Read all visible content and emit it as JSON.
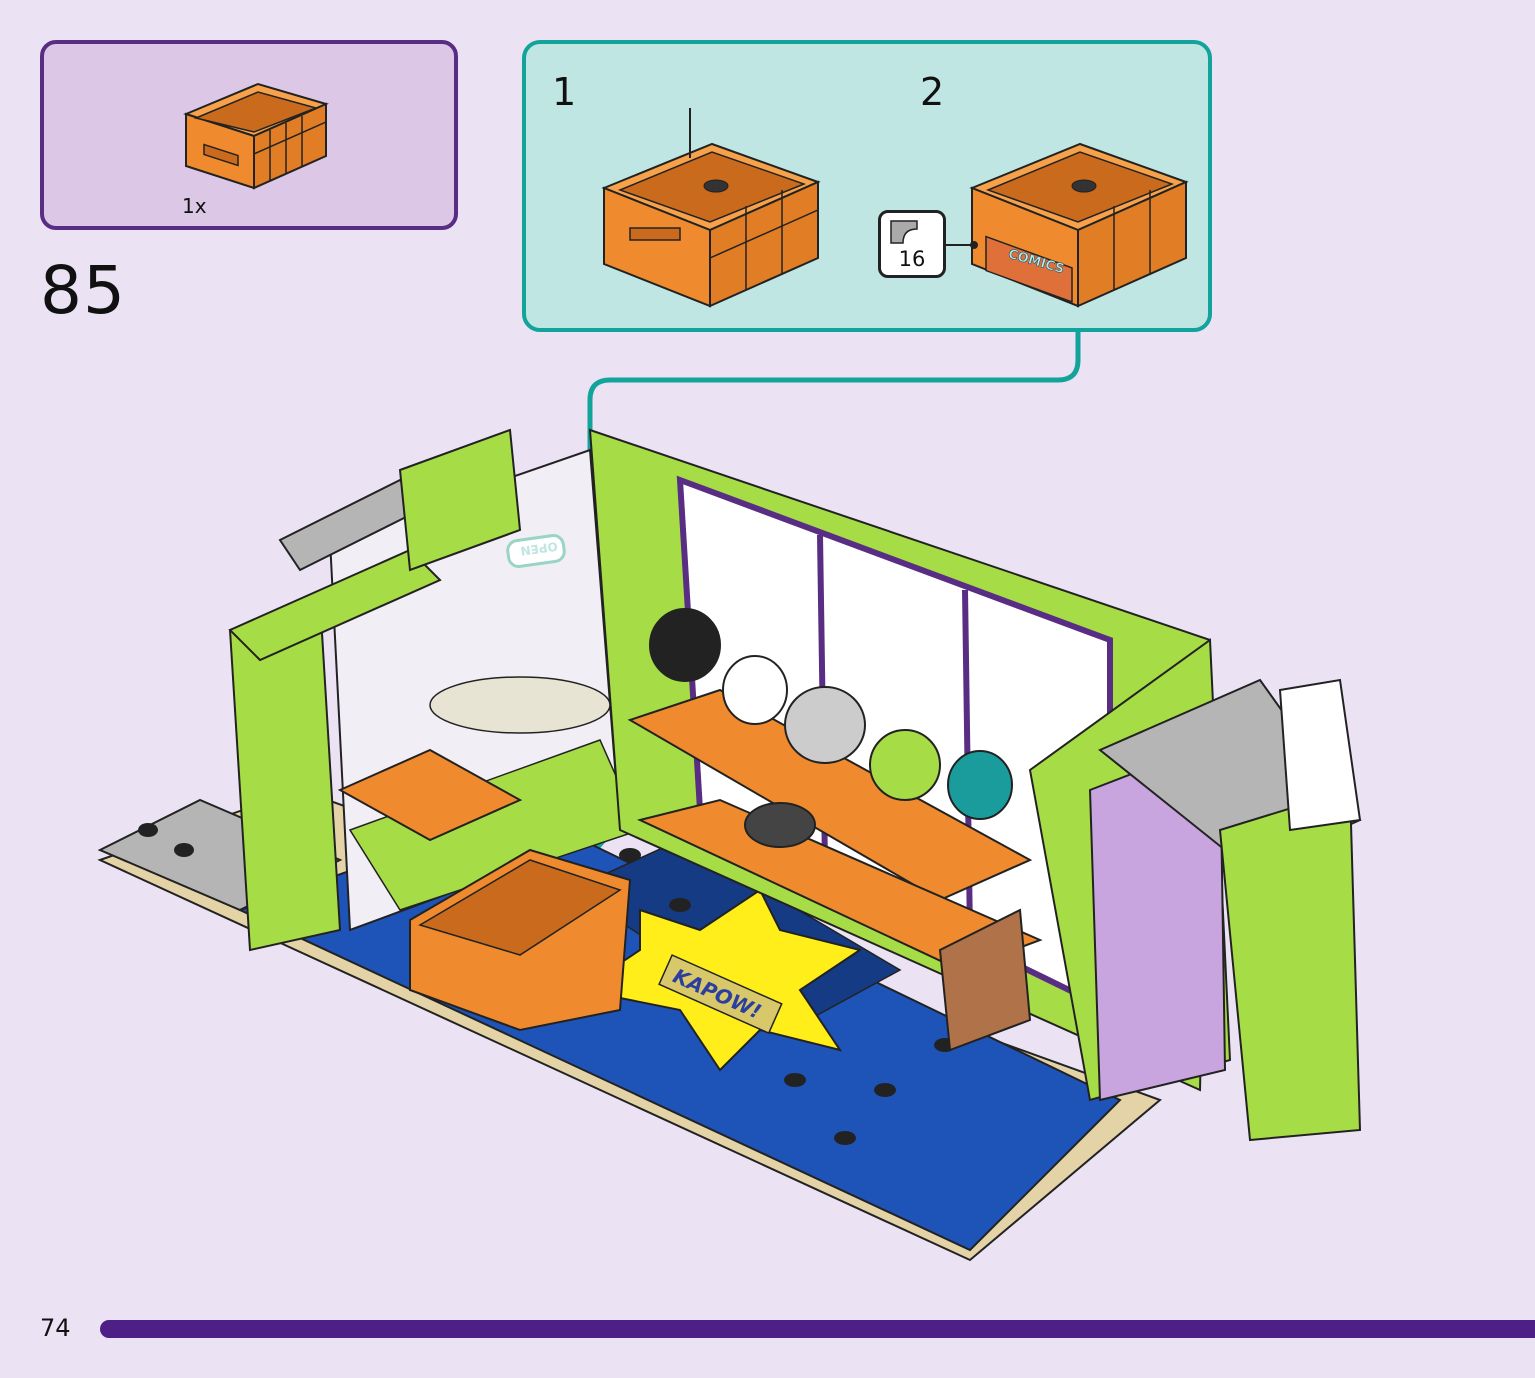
{
  "parts_callout": {
    "quantity": "1x",
    "part_icon": "orange-crate-icon"
  },
  "step": {
    "number": "85"
  },
  "substeps": [
    {
      "label": "1",
      "image": "orange-crate-empty"
    },
    {
      "label": "2",
      "image": "orange-crate-comics-sticker",
      "sticker_number": "16"
    }
  ],
  "sticker_text": "COMICS",
  "floor_tile_text": "KAPOW!",
  "sign_text": "OPEN",
  "footer": {
    "page_number": "74"
  },
  "colors": {
    "background": "#ebe3f4",
    "parts_box_fill": "#dcc8e6",
    "parts_box_border": "#5a2d84",
    "substep_fill": "#bfe6e2",
    "substep_border": "#12a39a",
    "footer_bar": "#4e1f85",
    "crate_orange": "#ef8a2e",
    "lime": "#a6dc45",
    "blue_floor": "#1e54b8"
  }
}
